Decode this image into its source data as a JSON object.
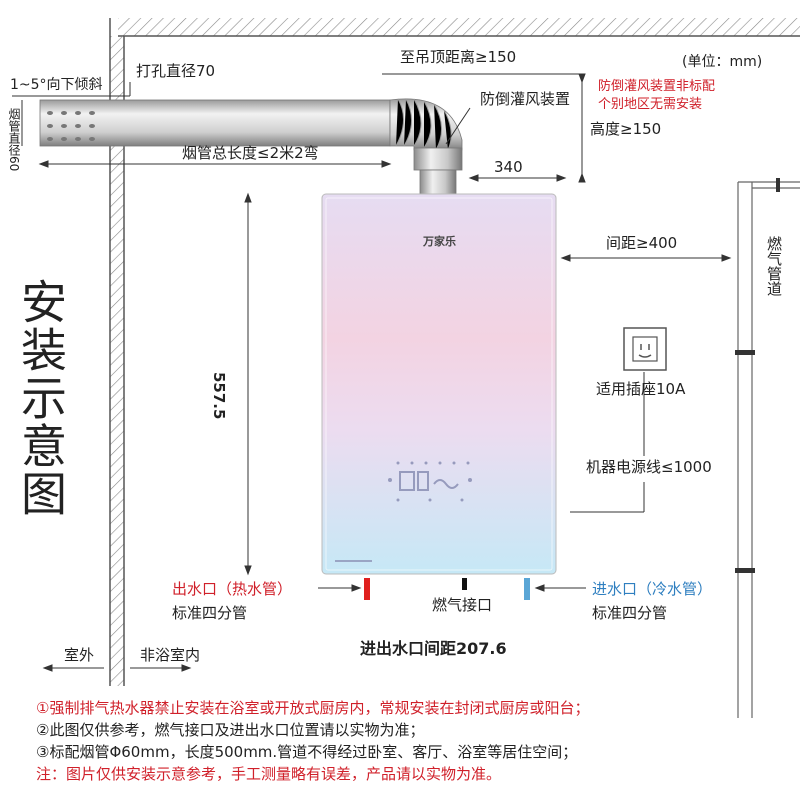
{
  "unit_label": "(单位：mm)",
  "title": "安装示意图",
  "brand": "万家乐",
  "flue": {
    "tilt": "1~5°向下倾斜",
    "hole": "打孔直径70",
    "diameter": "烟管直径60",
    "length": "烟管总长度≤2米2弯",
    "ceiling": "至吊顶距离≥150",
    "windproof": "防倒灌风装置",
    "windproof_note_1": "防倒灌风装置非标配",
    "windproof_note_2": "个别地区无需安装",
    "height": "高度≥150",
    "offset": "340"
  },
  "spacing": "间距≥400",
  "gas_pipe": "燃气管道",
  "height_dim": "557.5",
  "socket": "适用插座10A",
  "power_cord": "机器电源线≤1000",
  "outlet": {
    "name": "出水口",
    "type": "（热水管）",
    "std": "标准四分管"
  },
  "inlet": {
    "name": "进水口",
    "type": "（冷水管）",
    "std": "标准四分管"
  },
  "gas_inlet": "燃气接口",
  "water_spacing": "进出水口间距207.6",
  "outdoor": "室外",
  "indoor": "非浴室内",
  "notes": [
    "①强制排气热水器禁止安装在浴室或开放式厨房内，常规安装在封闭式厨房或阳台；",
    "②此图仅供参考，燃气接口及进出水口位置请以实物为准；",
    "③标配烟管Φ60mm，长度500mm.管道不得经过卧室、客厅、浴室等居住空间；",
    "注：图片仅供安装示意参考，手工测量略有误差，产品请以实物为准。"
  ],
  "colors": {
    "red": "#d0202a",
    "blue": "#2f7fc0",
    "hot_pipe": "#e0201e",
    "cold_pipe": "#5aa6d6"
  }
}
